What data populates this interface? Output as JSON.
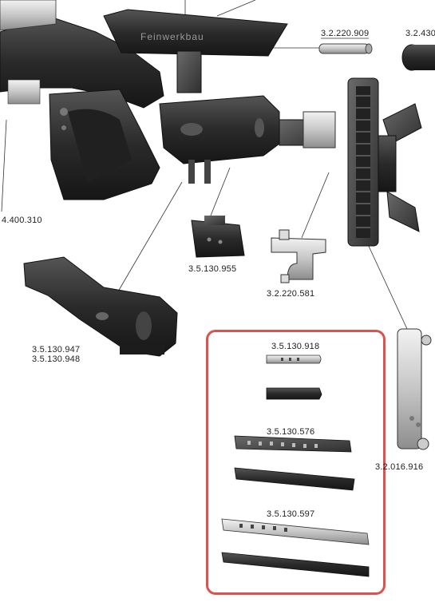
{
  "diagram": {
    "part_numbers": {
      "rail_top": "3.2.220.909",
      "rail_top_right": "3.2.430",
      "stock_left": "4.400.310",
      "clamp_block": "3.5.130.955",
      "bracket": "3.2.220.581",
      "cheekpiece_a": "3.5.130.947",
      "cheekpiece_b": "3.5.130.948",
      "rail_vertical": "3.2.016.916",
      "slider_short": "3.5.130.918",
      "slider_medium": "3.5.130.576",
      "slider_long": "3.5.130.597"
    },
    "brand_mark": "Feinwerkbau",
    "colors": {
      "highlight": "#d9534f",
      "part_dark": "#2b2b2b",
      "part_mid": "#4a4a4a",
      "part_light": "#bdbdbd",
      "leader": "#333333"
    }
  }
}
